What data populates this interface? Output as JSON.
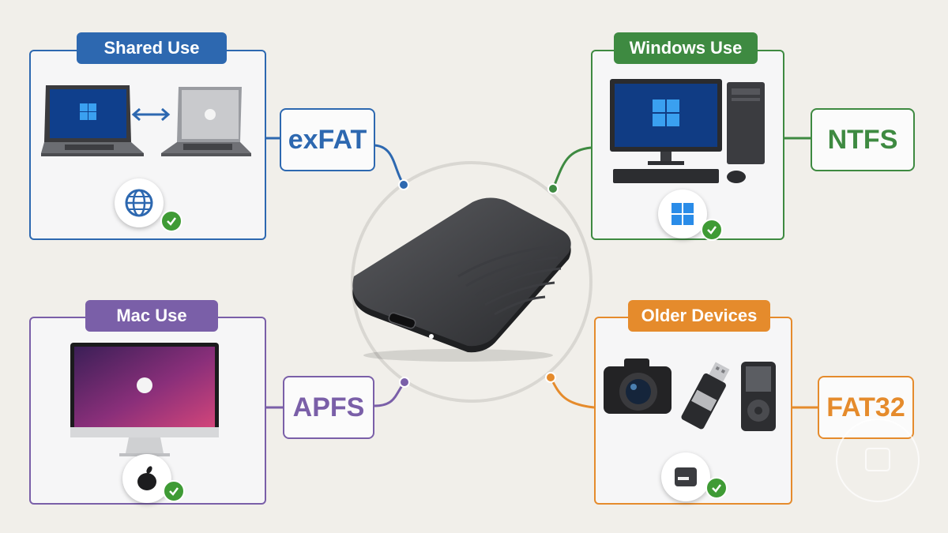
{
  "panels": {
    "shared": {
      "title": "Shared Use",
      "fs": "exFAT",
      "color": "#2d68b0"
    },
    "windows": {
      "title": "Windows Use",
      "fs": "NTFS",
      "color": "#3e8a41"
    },
    "mac": {
      "title": "Mac Use",
      "fs": "APFS",
      "color": "#7a5fa8"
    },
    "older": {
      "title": "Older Devices",
      "fs": "FAT32",
      "color": "#e58b2c"
    }
  },
  "icons": {
    "shared": [
      "windows-laptop",
      "double-arrow",
      "mac-laptop",
      "globe-badge",
      "check"
    ],
    "windows": [
      "desktop-pc",
      "windows-logo-badge",
      "check"
    ],
    "mac": [
      "imac",
      "apple-logo-badge",
      "check"
    ],
    "older": [
      "camera",
      "usb-flash-drive",
      "mp3-player",
      "drive-badge",
      "check"
    ],
    "center": "external-hard-drive"
  }
}
